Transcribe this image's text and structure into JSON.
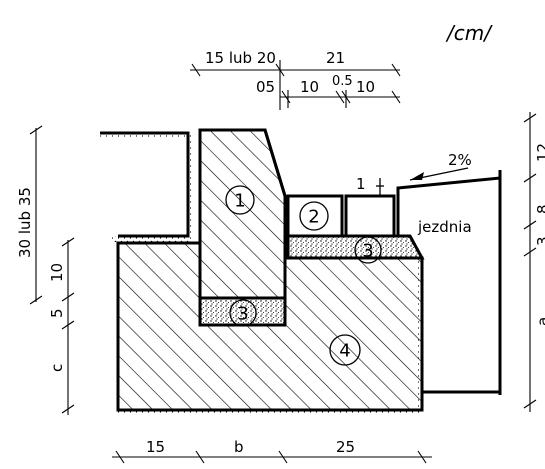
{
  "unit_label": "/cm/",
  "parts": [
    {
      "id": "1"
    },
    {
      "id": "2"
    },
    {
      "id": "3"
    },
    {
      "id": "3"
    },
    {
      "id": "4"
    }
  ],
  "road_label": "jezdnia",
  "slope_label": "2%",
  "gap_label": "1",
  "top_dimensions": {
    "row1": [
      "15 lub 20",
      "21"
    ],
    "row2": [
      "05",
      "10",
      "0.5",
      "10"
    ]
  },
  "bottom_dimensions": [
    "15",
    "b",
    "25"
  ],
  "left_dimensions": [
    "30 lub 35",
    "10",
    "5",
    "c"
  ],
  "right_dimensions": [
    "12",
    "8",
    "3",
    "a"
  ]
}
